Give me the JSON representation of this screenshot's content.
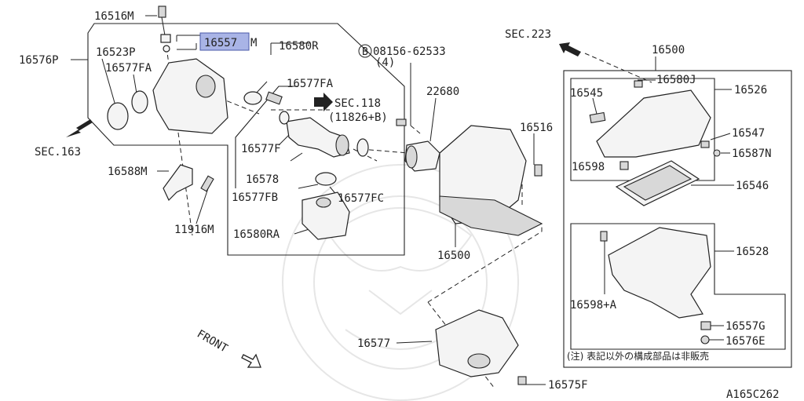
{
  "labels": {
    "p16516M": "16516M",
    "p16557M_a": "16557",
    "p16557M_b": "M",
    "p16580R": "16580R",
    "p16576P": "16576P",
    "p16523P": "16523P",
    "p16577FA_1": "16577FA",
    "p16577FA_2": "16577FA",
    "sec163": "SEC.163",
    "sec118": "SEC.118",
    "sec118_sub": "(11826+B)",
    "p08156": "08156-62533",
    "p08156_qty": "(4)",
    "bolt_mark": "B",
    "sec223": "SEC.223",
    "p16500_top": "16500",
    "p16580J": "16580J",
    "p16526": "16526",
    "p16545": "16545",
    "p16547": "16547",
    "p16587N": "16587N",
    "p16598": "16598",
    "p22680": "22680",
    "p16516": "16516",
    "p16577F": "16577F",
    "p16578": "16578",
    "p16577FB": "16577FB",
    "p16577FC": "16577FC",
    "p16588M": "16588M",
    "p11916M": "11916M",
    "p16580RA": "16580RA",
    "p16500_mid": "16500",
    "p16546": "16546",
    "p16528": "16528",
    "p16598A": "16598+A",
    "p16557G": "16557G",
    "p16576E": "16576E",
    "p16577": "16577",
    "p16575F": "16575F",
    "front": "FRONT",
    "note": "(注) 表記以外の構成部品は非販売",
    "diagram_id": "A165C262"
  },
  "colors": {
    "highlight": "#a9b4e6",
    "ink": "#222222",
    "watermark": "#e6e6e6"
  }
}
